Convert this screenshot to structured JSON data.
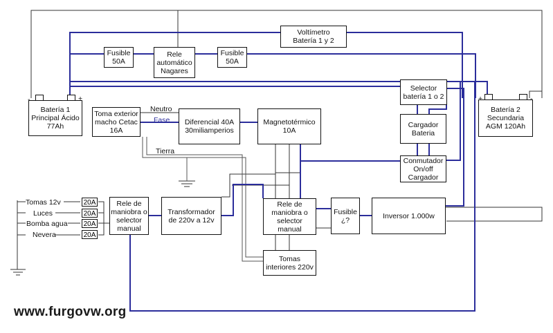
{
  "colors": {
    "blue": "#2b2d9b",
    "black": "#333333",
    "grey": "#888888"
  },
  "blocks": {
    "voltimetro": "Voltímetro\nBatería 1 y 2",
    "fusible_left": "Fusible\n50A",
    "rele_auto": "Rele\nautomático\nNagares",
    "fusible_right": "Fusible\n50A",
    "selector": "Selector\nbatería 1 o 2",
    "bateria1": "Batería 1\nPrincipal Ácido\n77Ah",
    "bateria2": "Batería 2\nSecundaria\nAGM 120Ah",
    "toma_exterior": "Toma exterior\nmacho Cetac\n16A",
    "diferencial": "Diferencial 40A\n30miliamperios",
    "magnetotermico": "Magnetotérmico\n10A",
    "cargador": "Cargador\nBateria",
    "conmutador": "Conmutador\nOn/off\nCargador",
    "rele_izq": "Rele de\nmaniobra o\nselector\nmanual",
    "transformador": "Transformador\nde 220v a 12v",
    "rele_centro": "Rele de\nmaniobra o\nselector\nmanual",
    "fusible_q": "Fusible\n¿?",
    "inversor": "Inversor 1.000w",
    "tomas_interiores": "Tomas\ninteriores 220v"
  },
  "labels": {
    "neutro": "Neutro",
    "fase": "Fase",
    "tierra": "Tierra",
    "minus_left": "-",
    "plus_left": "+",
    "plus_right": "+",
    "minus_right": "-"
  },
  "loads": [
    {
      "name": "Tomas 12v",
      "fuse": "20A"
    },
    {
      "name": "Luces",
      "fuse": "20A"
    },
    {
      "name": "Bomba agua",
      "fuse": "20A"
    },
    {
      "name": "Nevera",
      "fuse": "20A"
    }
  ],
  "watermark": "www.furgovw.org"
}
